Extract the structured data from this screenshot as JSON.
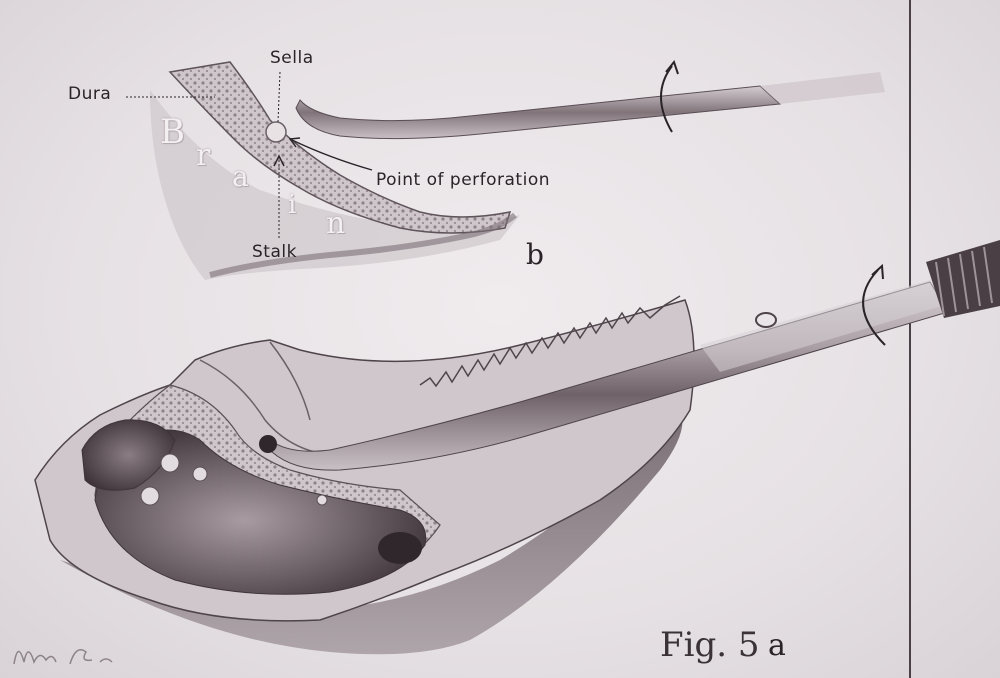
{
  "labels": {
    "sella": "Sella",
    "dura": "Dura",
    "perforation": "Point of perforation",
    "stalk": "Stalk",
    "panel_b": "b",
    "fig": "Fig. 5",
    "panel_a": "a",
    "brain": [
      "B",
      "r",
      "a",
      "i",
      "n"
    ]
  },
  "colors": {
    "background": "#e8e4e6",
    "ink": "#2a2428",
    "bone": "#b4a8ae",
    "cavity": "#5a4e55",
    "shadow": "#6e6269",
    "instrument": "#8d8188"
  }
}
